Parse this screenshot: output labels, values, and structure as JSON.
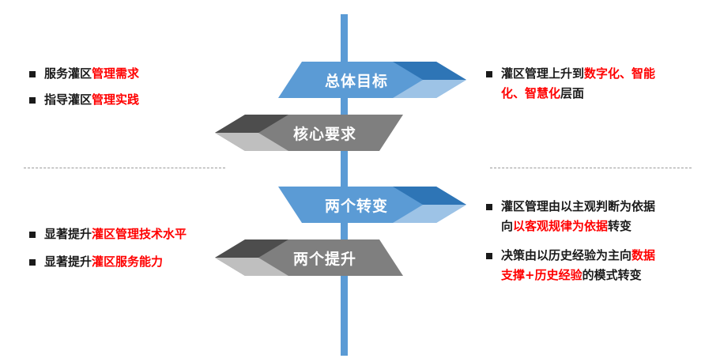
{
  "signs": {
    "goal": "总体目标",
    "requirement": "核心要求",
    "transform": "两个转变",
    "improve": "两个提升"
  },
  "left_top": [
    {
      "plain": "服务灌区",
      "red": "管理需求"
    },
    {
      "plain": "指导灌区",
      "red": "管理实践"
    }
  ],
  "left_bottom": [
    {
      "plain": "显著提升",
      "red": "灌区管理技术水平"
    },
    {
      "plain": "显著提升",
      "red": "灌区服务能力"
    }
  ],
  "right_top": {
    "line1_plain": "灌区管理上升到",
    "line1_red": "数字化、智能",
    "line2_red": "化、智慧化",
    "line2_plain": "层面"
  },
  "right_bottom": [
    {
      "line1_plain": "灌区管理由以主观判断为依据",
      "line2_plain_a": "向",
      "line2_red": "以客观规律为依据",
      "line2_plain_b": "转变"
    },
    {
      "line1_plain": "决策由以历史经验为主向",
      "line1_red": "数据",
      "line2_red": "支撑+历史经验",
      "line2_plain": "的模式转变"
    }
  ],
  "colors": {
    "pole": "#5b9bd5",
    "blue_dark": "#2e75b6",
    "blue_main": "#5b9bd5",
    "blue_light": "#9dc3e6",
    "gray_dark": "#4d4d4d",
    "gray_main": "#7f7f7f",
    "gray_light": "#bfbfbf",
    "highlight": "#ff0000"
  }
}
